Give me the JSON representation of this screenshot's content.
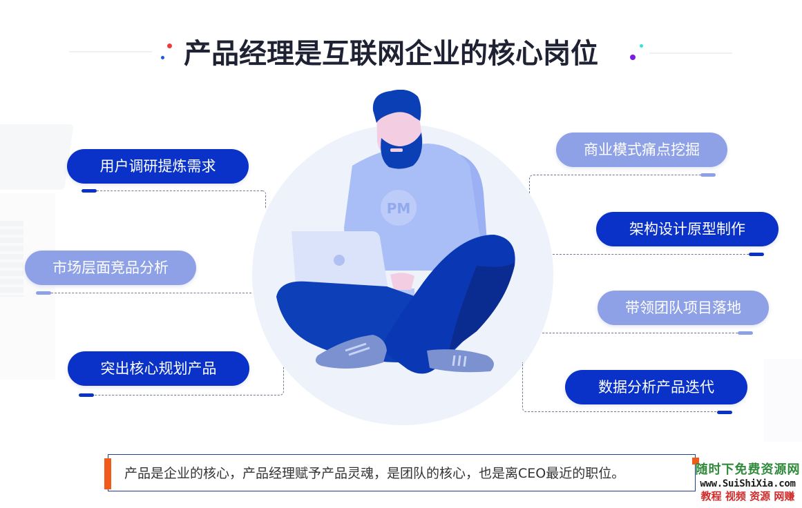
{
  "title": "产品经理是互联网企业的核心岗位",
  "illustration": {
    "shirt_badge": "PM",
    "description": "bearded man sitting cross-legged with laptop"
  },
  "left_items": [
    {
      "label": "用户调研提炼需求",
      "style": "dark"
    },
    {
      "label": "市场层面竞品分析",
      "style": "light"
    },
    {
      "label": "突出核心规划产品",
      "style": "dark"
    }
  ],
  "right_items": [
    {
      "label": "商业模式痛点挖掘",
      "style": "light"
    },
    {
      "label": "架构设计原型制作",
      "style": "dark"
    },
    {
      "label": "带领团队项目落地",
      "style": "light"
    },
    {
      "label": "数据分析产品迭代",
      "style": "dark"
    }
  ],
  "footer": {
    "text": "产品是企业的核心，产品经理赋予产品灵魂，是团队的核心，也是离CEO最近的职位。"
  },
  "watermark": {
    "line1": "随时下免费资源网",
    "line2": "www.SuiShiXia.com",
    "line3": "教程 视频 资源 网赚"
  },
  "colors": {
    "dark_pill": "#0a32c8",
    "light_pill": "#8ea1e6",
    "title_text": "#1e2233",
    "accent_orange": "#f25a1a",
    "circle_bg": "#eef2fb"
  }
}
